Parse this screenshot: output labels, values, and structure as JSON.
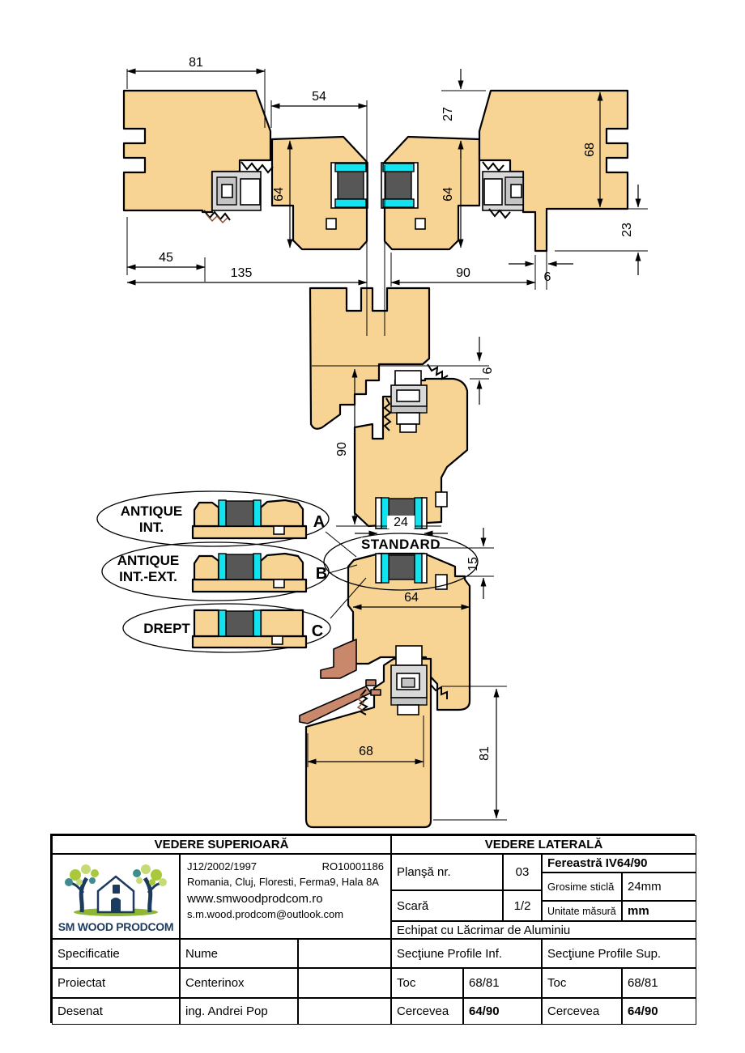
{
  "drawing": {
    "top_view_dims": {
      "w81": "81",
      "w54": "54",
      "h27": "27",
      "h68": "68",
      "h64_left": "64",
      "h64_right": "64",
      "h23": "23",
      "w45": "45",
      "w135": "135",
      "w90": "90",
      "w6": "6"
    },
    "side_view_dims": {
      "h90": "90",
      "h6": "6",
      "w24": "24",
      "h15": "15",
      "w64": "64",
      "w68": "68",
      "h81": "81"
    },
    "callouts": [
      {
        "line1": "ANTIQUE",
        "line2": "INT.",
        "letter": "A"
      },
      {
        "line1": "ANTIQUE",
        "line2": "INT.-EXT.",
        "letter": "B"
      },
      {
        "line1": "DREPT",
        "line2": "",
        "letter": "C"
      }
    ],
    "standard_label": "STANDARD"
  },
  "title_block": {
    "left_header": "VEDERE SUPERIOARĂ",
    "right_header": "VEDERE LATERALĂ",
    "company": {
      "name": "SM WOOD PRODCOM",
      "reg": "J12/2002/1997",
      "cui": "RO10001186",
      "address": "Romania, Cluj, Floresti, Ferma9, Hala 8A",
      "website": "www.smwoodprodcom.ro",
      "email": "s.m.wood.prodcom@outlook.com"
    },
    "plansa_label": "Planşă nr.",
    "plansa_value": "03",
    "scara_label": "Scară",
    "scara_value": "1/2",
    "product": "Fereastră IV64/90",
    "grosime_label": "Grosime sticlă",
    "grosime_value": "24mm",
    "unitate_label": "Unitate măsură",
    "unitate_value": "mm",
    "echipat": "Echipat cu Lăcrimar de Aluminiu",
    "specificatie_label": "Specificatie",
    "nume_label": "Nume",
    "sectiune_inf": "Secţiune Profile Inf.",
    "sectiune_sup": "Secţiune Profile Sup.",
    "proiectat_label": "Proiectat",
    "proiectat_value": "Centerinox",
    "desenat_label": "Desenat",
    "desenat_value": "ing. Andrei Pop",
    "toc_label": "Toc",
    "toc_inf_value": "68/81",
    "toc_sup_value": "68/81",
    "cercevea_label": "Cercevea",
    "cercevea_inf_value": "64/90",
    "cercevea_sup_value": "64/90"
  },
  "colors": {
    "wood": "#F7D494",
    "seal": "#12E3EE",
    "spacer": "#575757",
    "aluminium_drip": "#C9886C",
    "hardware": "#D9D9D9",
    "logo_navy": "#1C3B5E",
    "logo_green": "#A9C83B"
  }
}
